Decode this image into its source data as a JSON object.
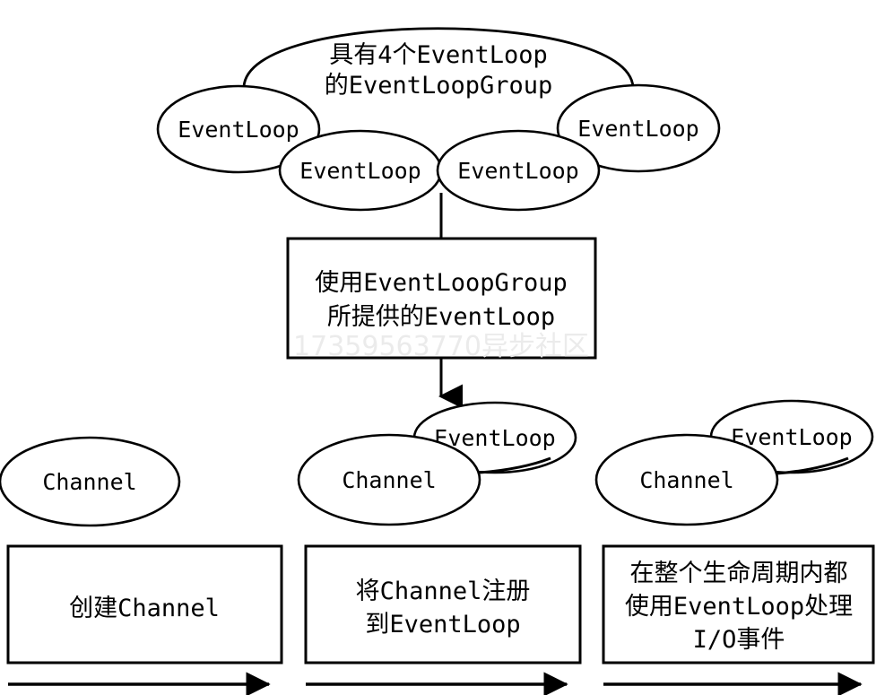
{
  "diagram": {
    "title_visible": false,
    "background_color": "#ffffff",
    "stroke_color": "#000000",
    "watermark": {
      "text": "17359563770异步社区",
      "color": "#ebebeb"
    },
    "cloud": {
      "label_line1": "具有4个EventLoop",
      "label_line2": "的EventLoopGroup",
      "event_loops": [
        {
          "label": "EventLoop"
        },
        {
          "label": "EventLoop"
        },
        {
          "label": "EventLoop"
        },
        {
          "label": "EventLoop"
        }
      ]
    },
    "middle_box": {
      "label_line1": "使用EventLoopGroup",
      "label_line2": "所提供的EventLoop"
    },
    "stage_shapes": [
      {
        "channel_label": "Channel",
        "event_loop_label": null
      },
      {
        "channel_label": "Channel",
        "event_loop_label": "EventLoop"
      },
      {
        "channel_label": "Channel",
        "event_loop_label": "EventLoop"
      }
    ],
    "stage_boxes": [
      {
        "lines": [
          "创建Channel"
        ]
      },
      {
        "lines": [
          "将Channel注册",
          "到EventLoop"
        ]
      },
      {
        "lines": [
          "在整个生命周期内都",
          "使用EventLoop处理",
          "I/O事件"
        ]
      }
    ],
    "timeline_arrows": [
      {
        "name": "stage-1-arrow"
      },
      {
        "name": "stage-2-arrow"
      },
      {
        "name": "stage-3-arrow"
      }
    ]
  }
}
